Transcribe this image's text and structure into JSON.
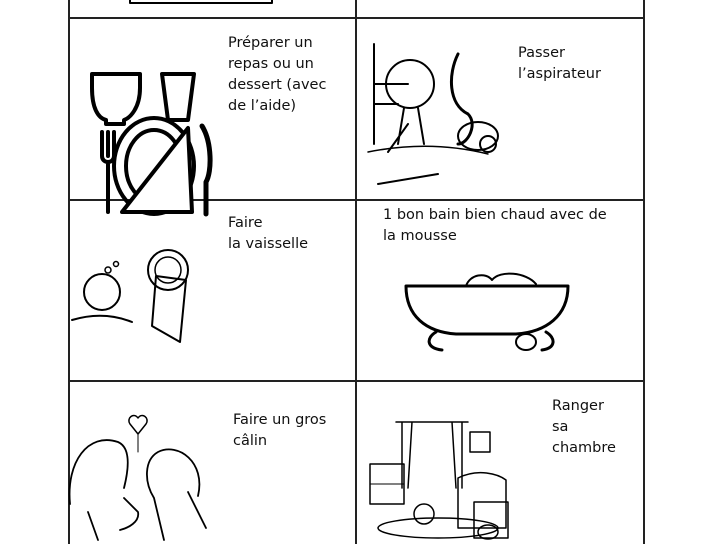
{
  "cards": [
    {
      "label": "Préparer un\nrepas ou un\ndessert (avec\nde l’aide)",
      "icon": "table-setting-icon"
    },
    {
      "label": "Passer\nl’aspirateur",
      "icon": "vacuum-cleaner-icon"
    },
    {
      "label": "Faire\nla vaisselle",
      "icon": "dishwashing-icon"
    },
    {
      "label": "1 bon bain bien chaud avec de\nla mousse",
      "icon": "bathtub-icon"
    },
    {
      "label": "Faire un gros\ncâlin",
      "icon": "hug-icon"
    },
    {
      "label": "Ranger\nsa\nchambre",
      "icon": "bedroom-icon"
    }
  ]
}
